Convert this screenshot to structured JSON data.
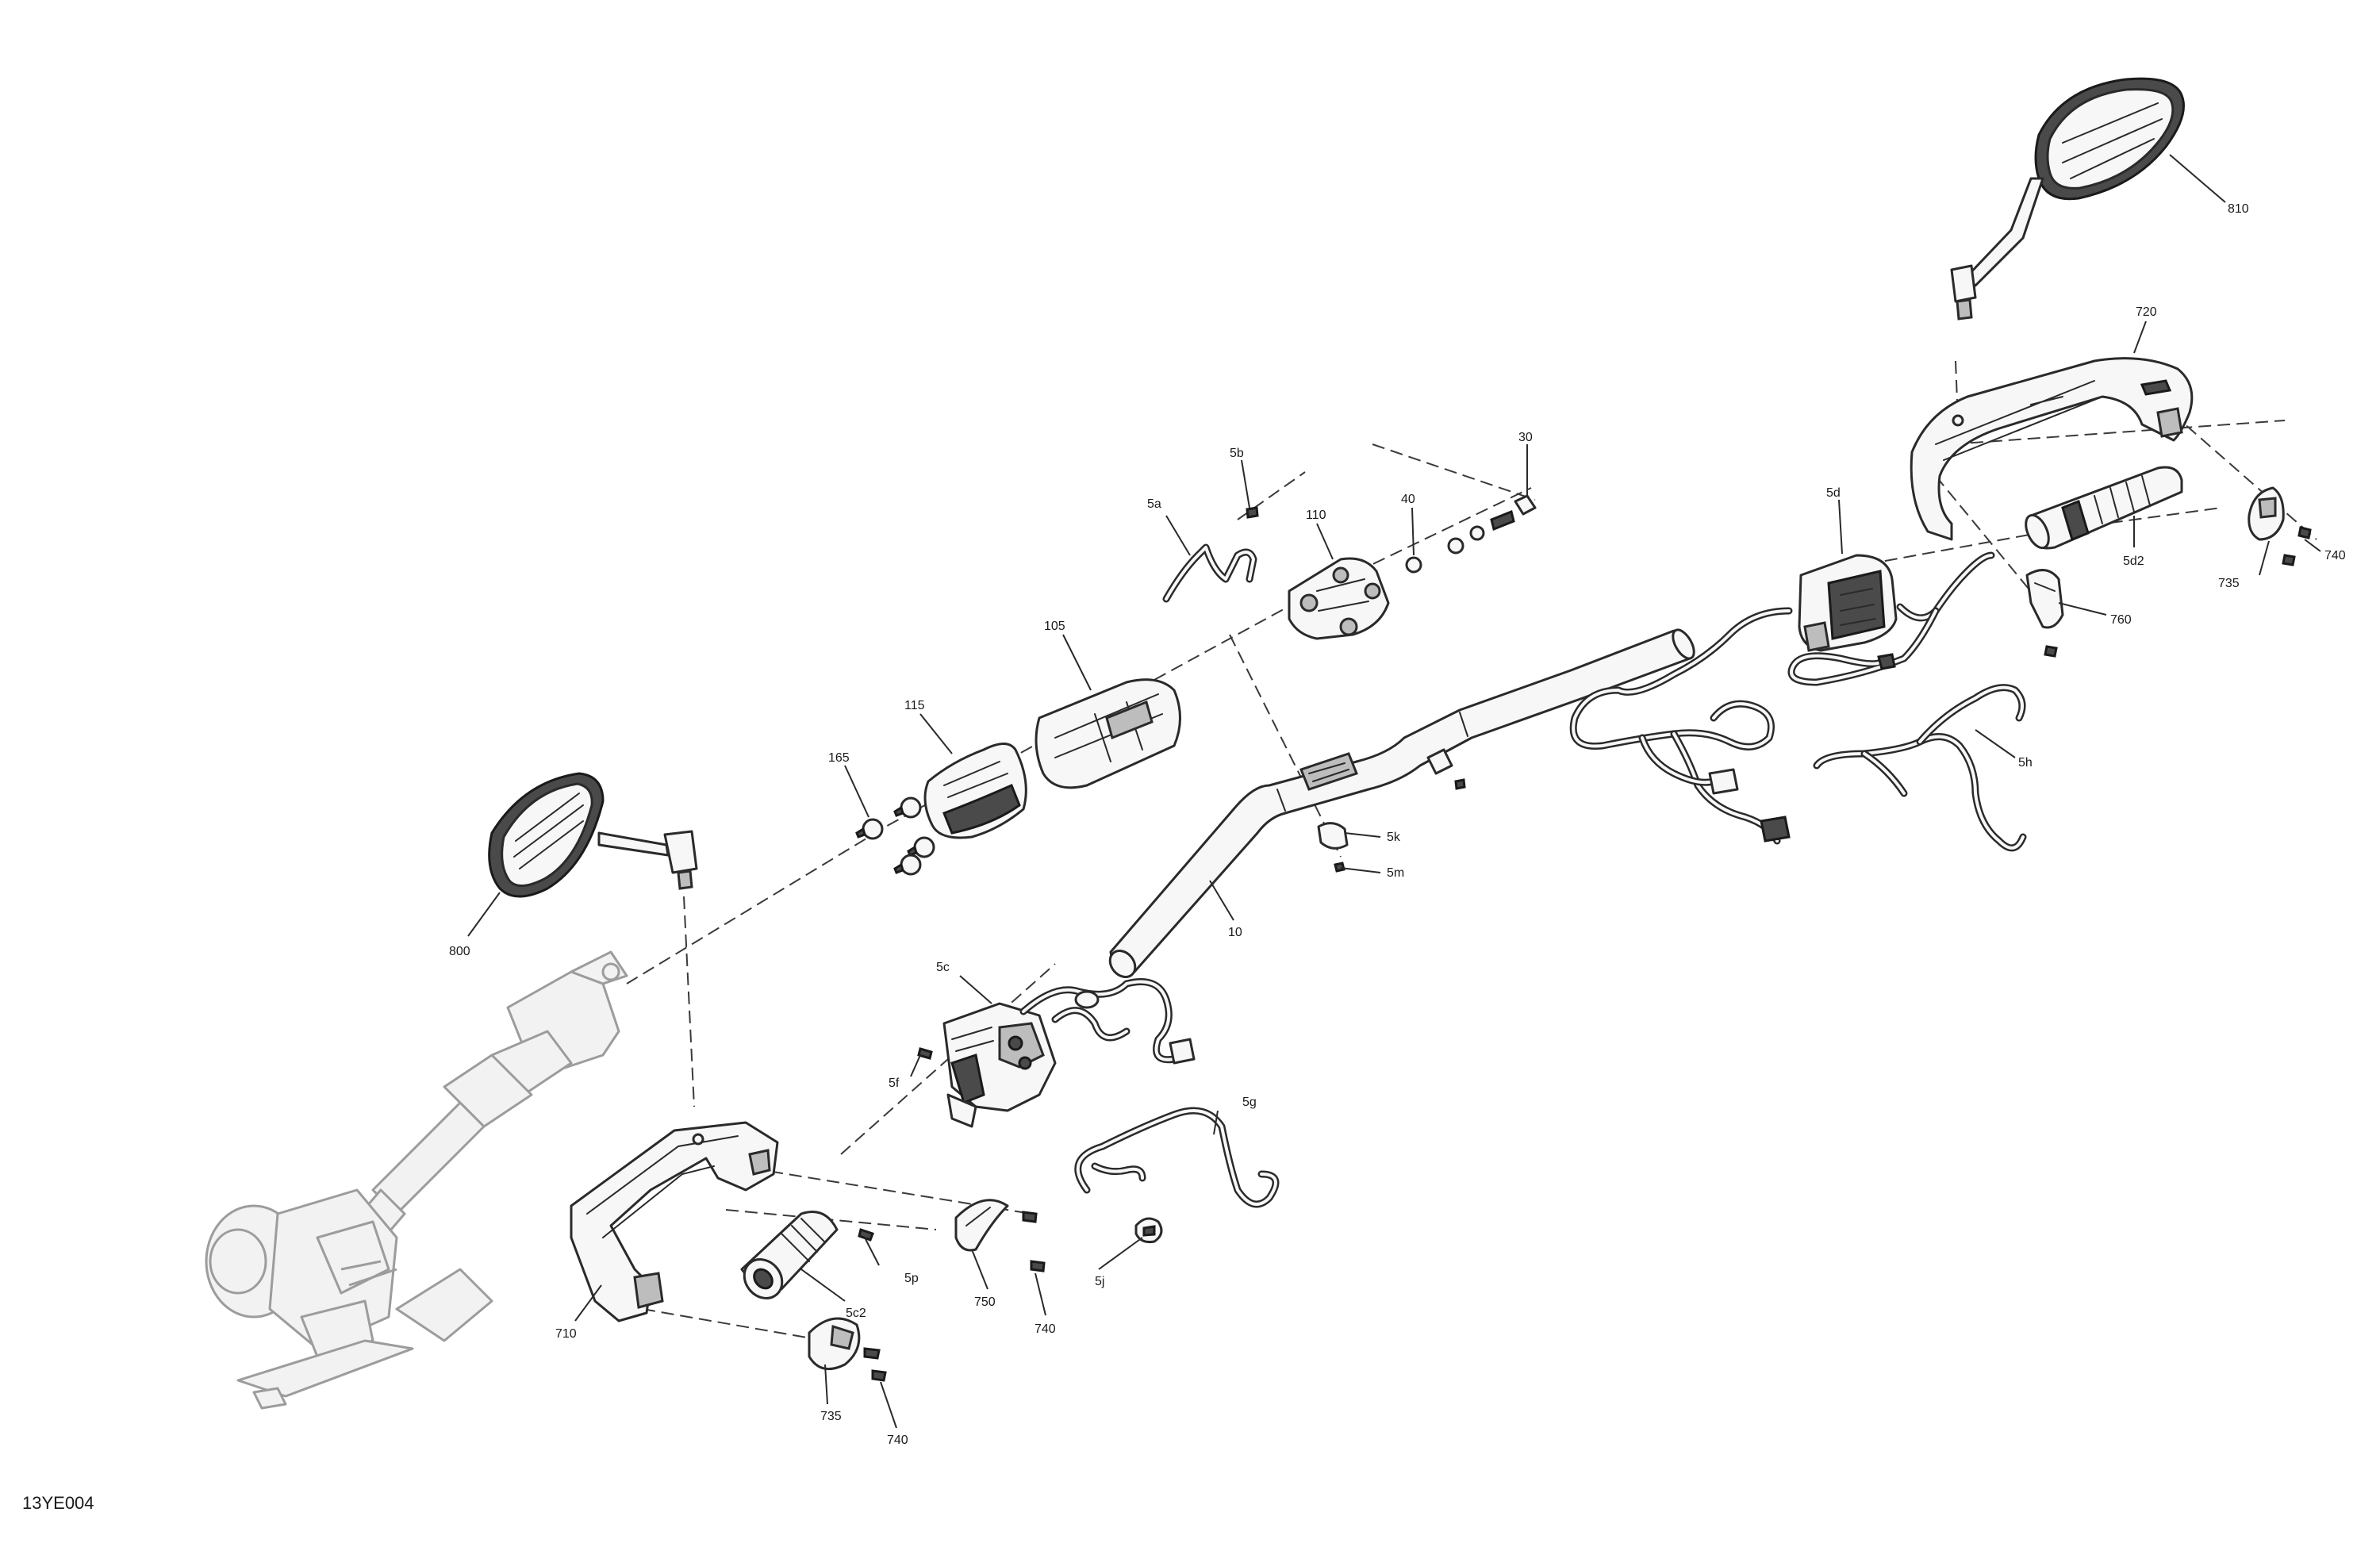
{
  "drawing_code": "13YE004",
  "callouts": {
    "c810": "810",
    "c720": "720",
    "c5d": "5d",
    "c5d2": "5d2",
    "c740a": "740",
    "c735a": "735",
    "c760": "760",
    "c5h": "5h",
    "c30": "30",
    "c5b": "5b",
    "c5a": "5a",
    "c110": "110",
    "c40": "40",
    "c105": "105",
    "c115": "115",
    "c165": "165",
    "c5k": "5k",
    "c5m": "5m",
    "c10": "10",
    "c800": "800",
    "c5c": "5c",
    "c5f": "5f",
    "c5g": "5g",
    "c5j": "5j",
    "c5p": "5p",
    "c5c2": "5c2",
    "c750": "750",
    "c740b": "740",
    "c710": "710",
    "c735b": "735",
    "c740c": "740"
  }
}
